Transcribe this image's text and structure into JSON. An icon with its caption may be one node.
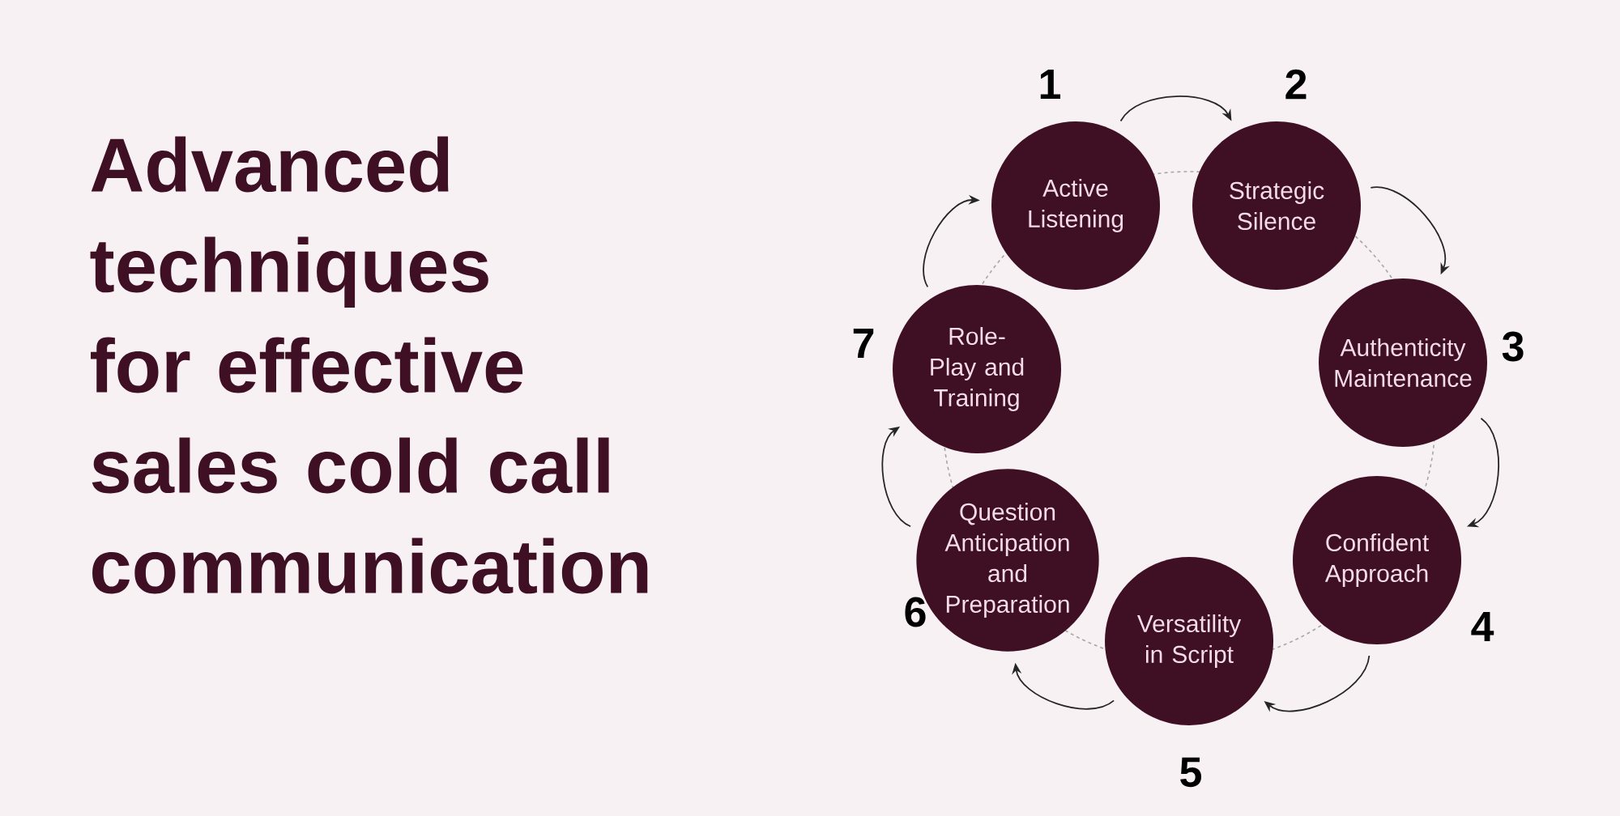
{
  "diagram": {
    "title": "Advanced techniques for effective sales cold call communication",
    "nodes": [
      {
        "text": [
          "Active Listening"
        ],
        "beside": [
          "1"
        ]
      },
      {
        "text": [
          "Strategic Silence"
        ],
        "beside": [
          "2"
        ]
      },
      {
        "text": [
          "Authenticity Maintenance"
        ],
        "beside": [
          "3"
        ]
      },
      {
        "text": [
          "Confident Approach"
        ],
        "beside": [
          "4"
        ]
      },
      {
        "text": [
          "Versatility in Script"
        ],
        "beside": [
          "5"
        ]
      },
      {
        "text": [
          "Question Anticipation and Preparation"
        ],
        "beside": [
          "6"
        ]
      },
      {
        "text": [
          "Role-Play and Training"
        ],
        "beside": [
          "7"
        ]
      }
    ],
    "edges": [
      {
        "from": 0,
        "to": 1,
        "arrow": "to"
      },
      {
        "from": 1,
        "to": 2,
        "arrow": "to"
      },
      {
        "from": 2,
        "to": 3,
        "arrow": "to"
      },
      {
        "from": 3,
        "to": 4,
        "arrow": "to"
      },
      {
        "from": 4,
        "to": 5,
        "arrow": "to"
      },
      {
        "from": 5,
        "to": 6,
        "arrow": "to"
      },
      {
        "from": 6,
        "to": 0,
        "arrow": "to"
      }
    ]
  }
}
